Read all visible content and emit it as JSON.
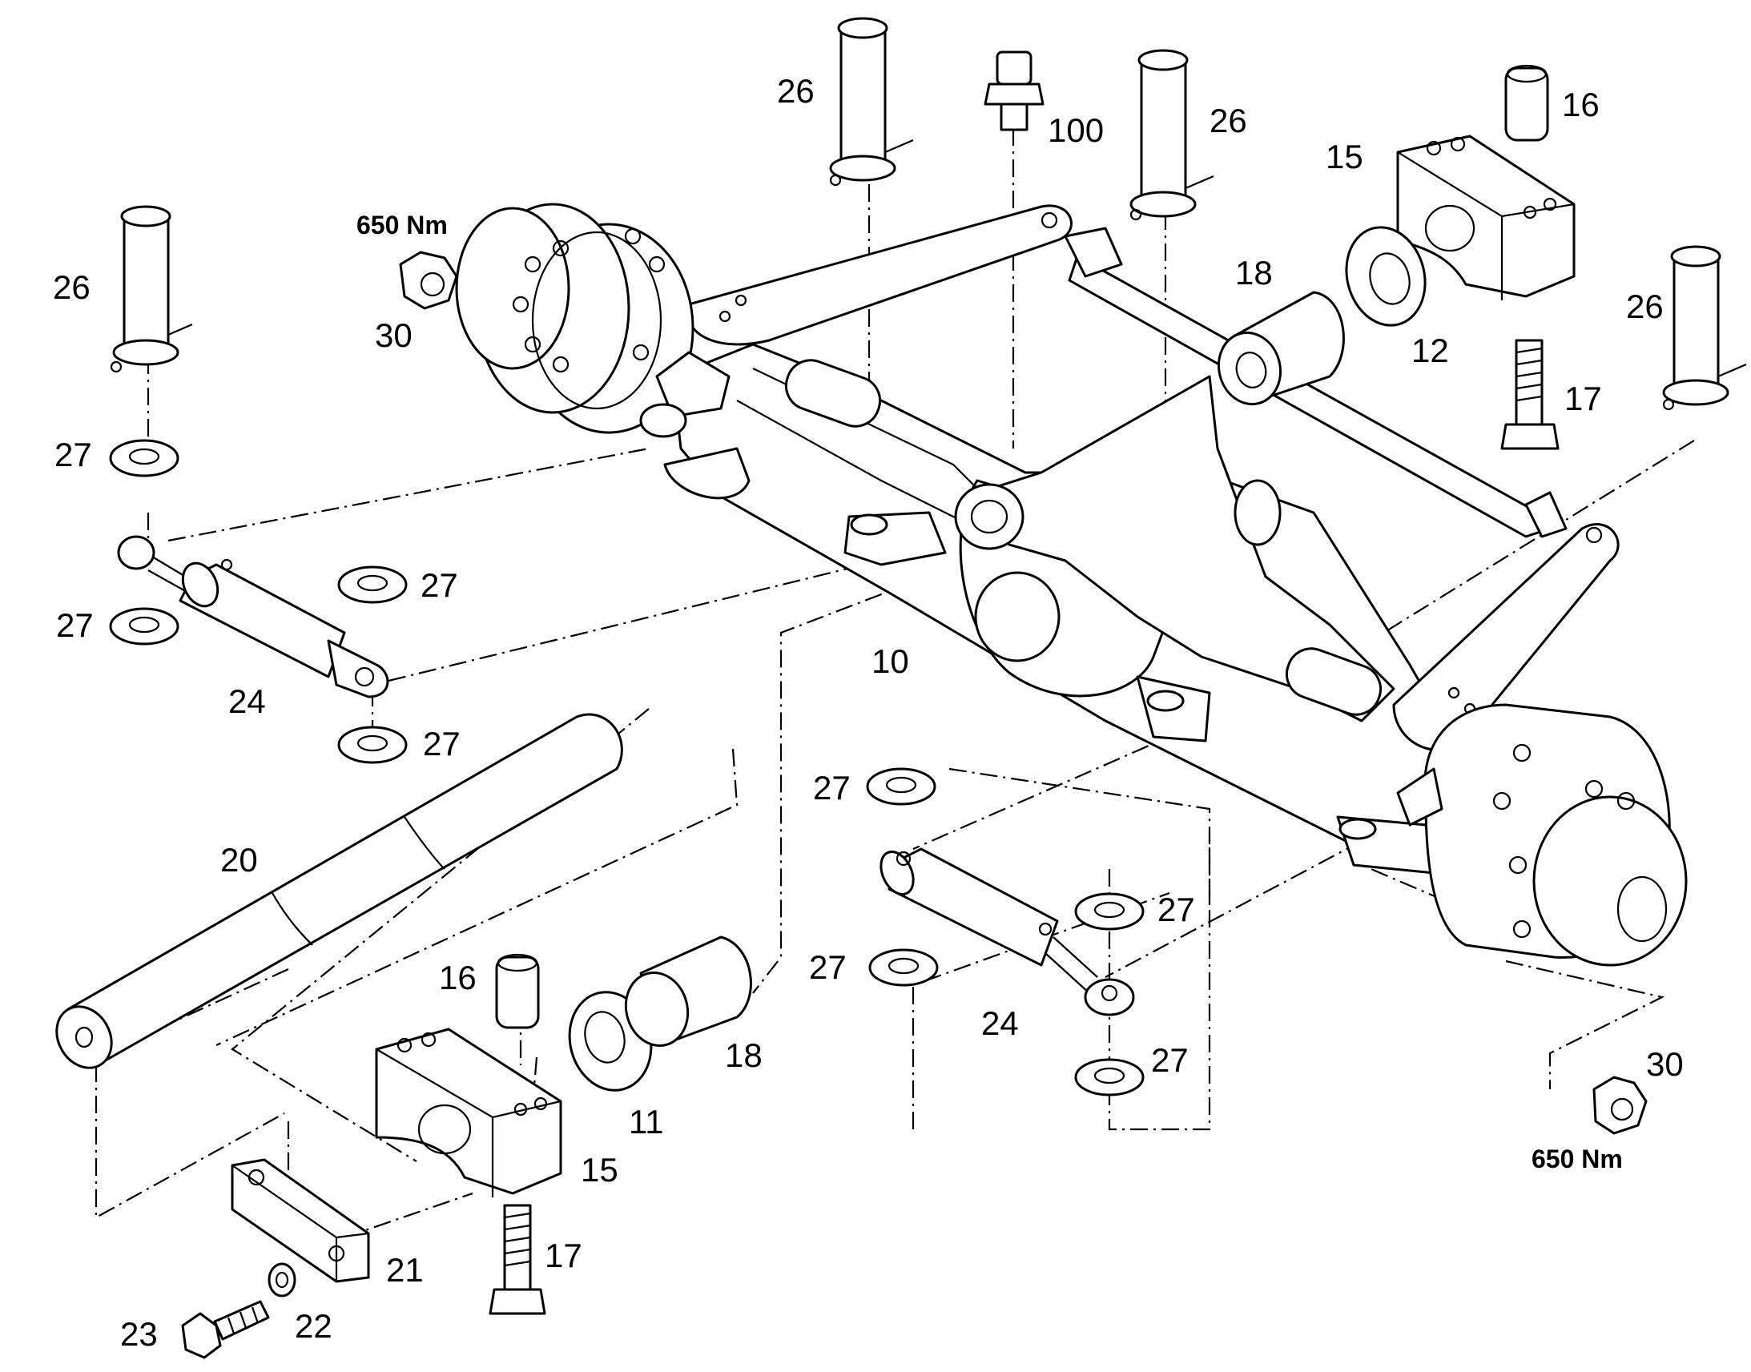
{
  "callouts": {
    "c26a": "26",
    "c26b": "26",
    "c26c": "26",
    "c26d": "26",
    "c100": "100",
    "c16a": "16",
    "c16b": "16",
    "c15a": "15",
    "c15b": "15",
    "c650a": "650 Nm",
    "c650b": "650 Nm",
    "c30a": "30",
    "c30b": "30",
    "c18a": "18",
    "c18b": "18",
    "c12": "12",
    "c11": "11",
    "c17a": "17",
    "c17b": "17",
    "c27a": "27",
    "c27b": "27",
    "c27c": "27",
    "c27d": "27",
    "c27e": "27",
    "c27f": "27",
    "c27g": "27",
    "c27h": "27",
    "c24a": "24",
    "c24b": "24",
    "c10": "10",
    "c20": "20",
    "c21": "21",
    "c22": "22",
    "c23": "23"
  },
  "colors": {
    "line": "#000000",
    "background": "#ffffff"
  }
}
